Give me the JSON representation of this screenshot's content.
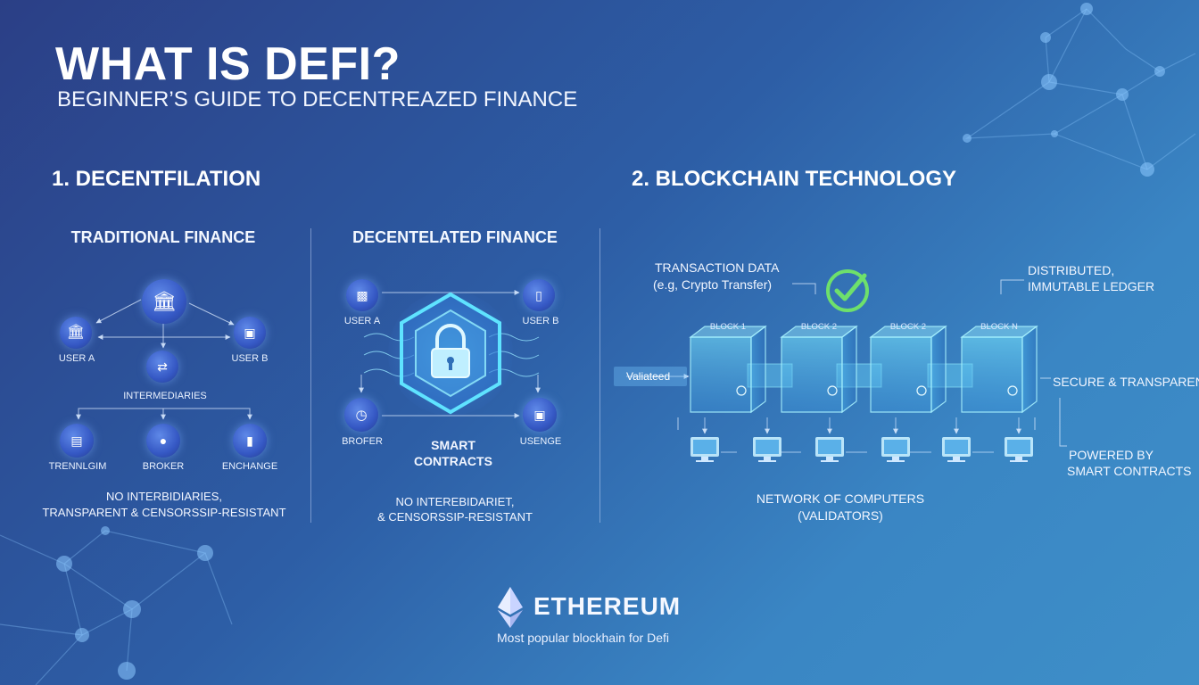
{
  "title": "WHAT IS DEFI?",
  "subtitle": "BEGINNER’S GUIDE TO DECENTREAZED FINANCE",
  "section1": {
    "heading": "1. DECENTFILATION",
    "traditional": {
      "heading": "TRADITIONAL FINANCE",
      "user_a": "USER A",
      "user_b": "USER B",
      "intermediaries": "INTERMEDIARIES",
      "bottom_labels": [
        "TRENNLGIM",
        "BROKER",
        "ENCHANGE"
      ],
      "note_line1": "NO INTERBIDIARIES,",
      "note_line2": "TRANSPARENT & CENSORSSIP-RESISTANT"
    },
    "decentralized": {
      "heading": "DECENTELATED FINANCE",
      "user_a": "USER A",
      "user_b": "USER B",
      "bottom_left": "BROFER",
      "bottom_right": "USENGE",
      "smart_line1": "SMART",
      "smart_line2": "CONTRACTS",
      "note_line1": "NO INTEREBIDARIET,",
      "note_line2": "& CENSORSSIP-RESISTANT"
    }
  },
  "section2": {
    "heading": "2. BLOCKCHAIN TECHNOLOGY",
    "tx_line1": "TRANSACTION DATA",
    "tx_line2": "(e.g, Crypto Transfer)",
    "ledger_line1": "DISTRIBUTED,",
    "ledger_line2": "IMMUTABLE LEDGER",
    "blocks": [
      "BLOCK 1",
      "BLOCK 2",
      "BLOCK 2",
      "BLOCK N"
    ],
    "validated": "Valiateed",
    "secure": "SECURE & TRANSPARENT",
    "powered_line1": "POWERED BY",
    "powered_line2": "SMART CONTRACTS",
    "network_line1": "NETWORK OF COMPUTERS",
    "network_line2": "(VALIDATORS)"
  },
  "footer": {
    "brand": "ETHEREUM",
    "tagline": "Most popular blockhain for Defi"
  },
  "icons": {
    "central_bank": "bank-icon",
    "user_a": "bank-icon",
    "user_b": "card-icon",
    "intermediaries": "exchange-icon",
    "trennlgim": "document-icon",
    "broker": "user-icon",
    "enchange": "wallet-icon",
    "defi_user_a": "laptop-icon",
    "defi_user_b": "phone-icon",
    "brofer": "clock-icon",
    "usenge": "card-icon",
    "smart_contract": "lock-icon",
    "validated_check": "check-icon",
    "eth_logo": "ethereum-icon"
  },
  "colors": {
    "bg_start": "#2b3f86",
    "bg_end": "#3e8fc8",
    "accent_cyan": "#5fe3ff",
    "check_green": "#6ee06b",
    "node_blue": "#3558c4"
  }
}
